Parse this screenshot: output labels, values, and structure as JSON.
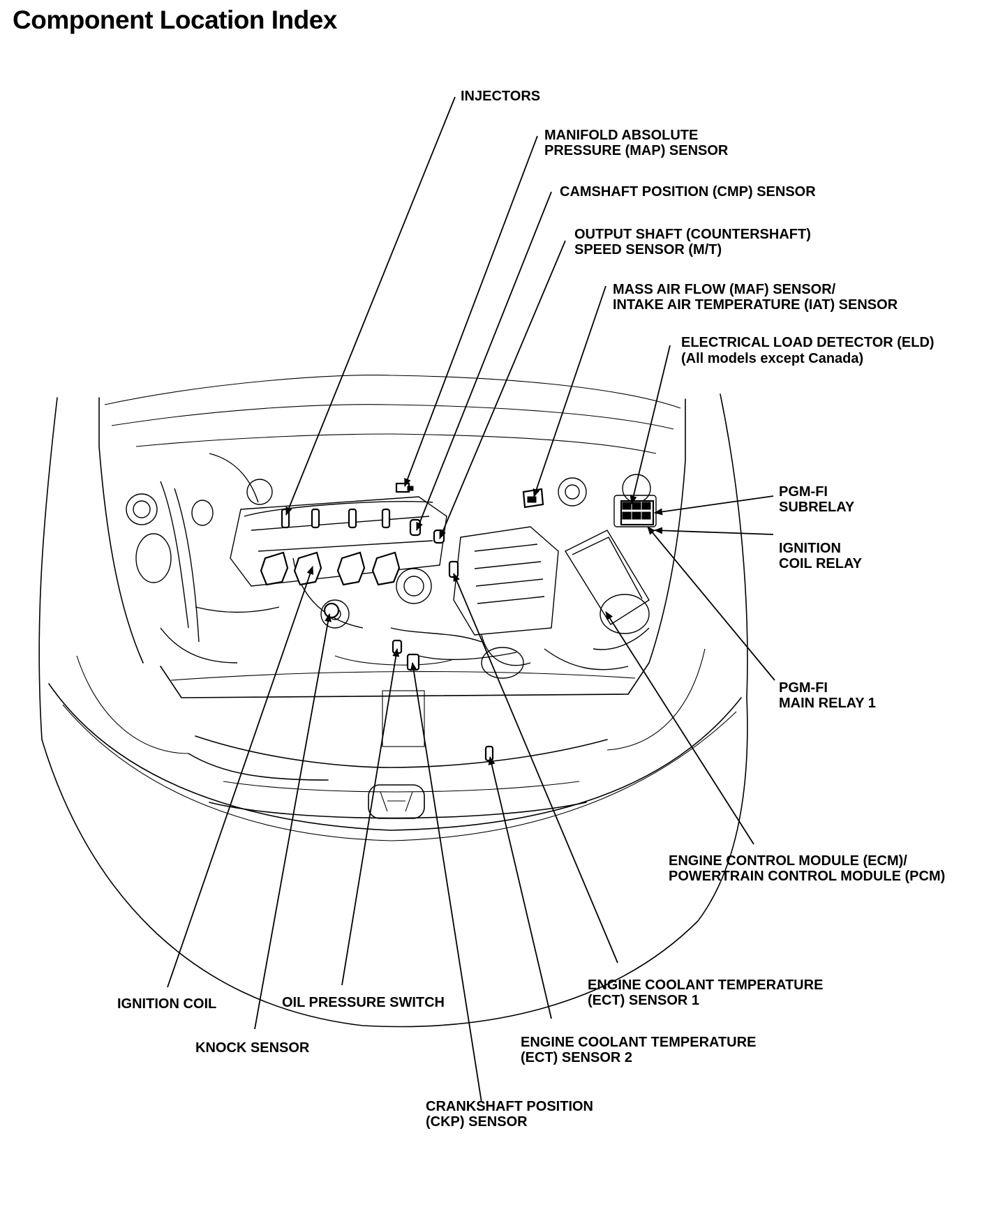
{
  "title": "Component Location Index",
  "labels": {
    "injectors": [
      "INJECTORS"
    ],
    "map_sensor": [
      "MANIFOLD ABSOLUTE",
      "PRESSURE (MAP) SENSOR"
    ],
    "cmp_sensor": [
      "CAMSHAFT POSITION (CMP) SENSOR"
    ],
    "output_shaft": [
      "OUTPUT SHAFT (COUNTERSHAFT)",
      "SPEED SENSOR (M/T)"
    ],
    "maf_iat": [
      "MASS AIR FLOW (MAF) SENSOR/",
      "INTAKE AIR TEMPERATURE (IAT) SENSOR"
    ],
    "eld": [
      "ELECTRICAL LOAD DETECTOR (ELD)",
      "(All models except Canada)"
    ],
    "pgmfi_subrelay": [
      "PGM-FI",
      "SUBRELAY"
    ],
    "ignition_coil_relay": [
      "IGNITION",
      "COIL RELAY"
    ],
    "pgmfi_main_relay": [
      "PGM-FI",
      "MAIN RELAY 1"
    ],
    "ecm_pcm": [
      "ENGINE CONTROL MODULE (ECM)/",
      "POWERTRAIN CONTROL MODULE (PCM)"
    ],
    "ect1": [
      "ENGINE COOLANT TEMPERATURE",
      "(ECT) SENSOR 1"
    ],
    "ect2": [
      "ENGINE COOLANT TEMPERATURE",
      "(ECT) SENSOR 2"
    ],
    "ignition_coil": [
      "IGNITION COIL"
    ],
    "oil_pressure": [
      "OIL PRESSURE SWITCH"
    ],
    "knock_sensor": [
      "KNOCK SENSOR"
    ],
    "ckp_sensor": [
      "CRANKSHAFT POSITION",
      "(CKP) SENSOR"
    ]
  }
}
